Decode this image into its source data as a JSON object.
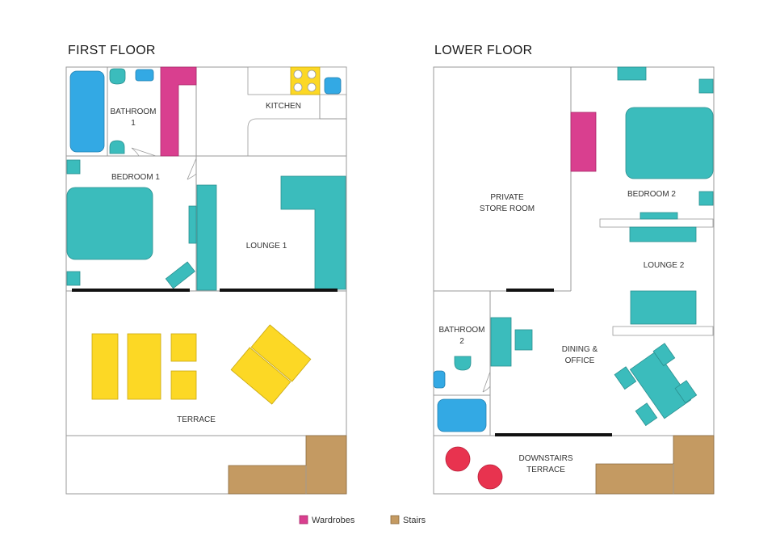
{
  "floors": {
    "first": {
      "title": "FIRST FLOOR",
      "rooms": {
        "bathroom": [
          "BATHROOM",
          "1"
        ],
        "kitchen": "KITCHEN",
        "bedroom": "BEDROOM 1",
        "lounge": "LOUNGE 1",
        "terrace": "TERRACE"
      }
    },
    "lower": {
      "title": "LOWER FLOOR",
      "rooms": {
        "store": [
          "PRIVATE",
          "STORE ROOM"
        ],
        "bedroom": "BEDROOM 2",
        "lounge": "LOUNGE 2",
        "bathroom": [
          "BATHROOM",
          "2"
        ],
        "dining": [
          "DINING &",
          "OFFICE"
        ],
        "terrace": [
          "DOWNSTAIRS",
          "TERRACE"
        ]
      }
    }
  },
  "legend": [
    {
      "label": "Wardrobes",
      "color": "#d93f8f"
    },
    {
      "label": "Stairs",
      "color": "#c49a62"
    }
  ],
  "colors": {
    "furniture": "#3bbcbc",
    "bath": "#33a9e4",
    "terrace_furniture": "#fcd825",
    "wardrobe": "#d93f8f",
    "stairs": "#c49a62",
    "planter": "#e8334f"
  }
}
